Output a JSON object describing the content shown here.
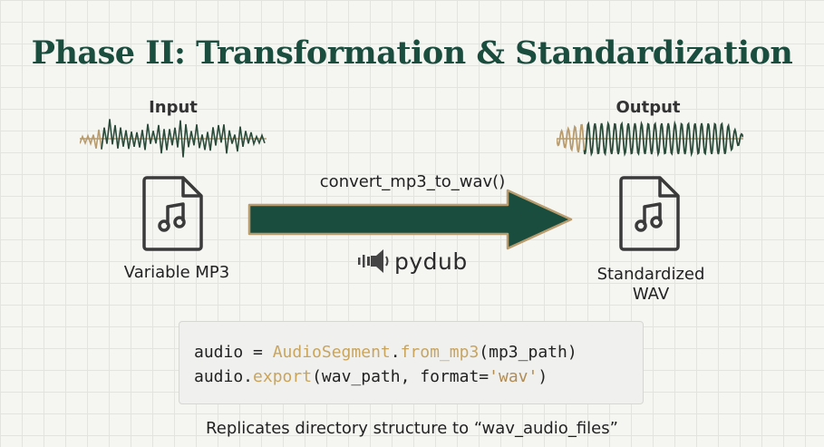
{
  "title": "Phase II: Transformation & Standardization",
  "input": {
    "label": "Input",
    "caption": "Variable MP3",
    "icon": "music-file-icon"
  },
  "output": {
    "label": "Output",
    "caption_line1": "Standardized",
    "caption_line2": "WAV",
    "icon": "music-file-icon"
  },
  "process": {
    "function": "convert_mp3_to_wav()",
    "library": "pydub",
    "library_icon": "speaker-icon"
  },
  "code": {
    "line1": {
      "var": "audio = ",
      "cls": "AudioSegment",
      "dot": ".",
      "method": "from_mp3",
      "args": "(mp3_path)"
    },
    "line2": {
      "var": "audio.",
      "method": "export",
      "args_a": "(wav_path, format=",
      "str": "'wav'",
      "args_b": ")"
    }
  },
  "footer": "Replicates directory structure to “wav_audio_files”",
  "colors": {
    "accent": "#1b4d3e",
    "gold": "#c9a45c",
    "wave_dark": "#2a4a3a",
    "wave_light": "#b89c6e"
  }
}
